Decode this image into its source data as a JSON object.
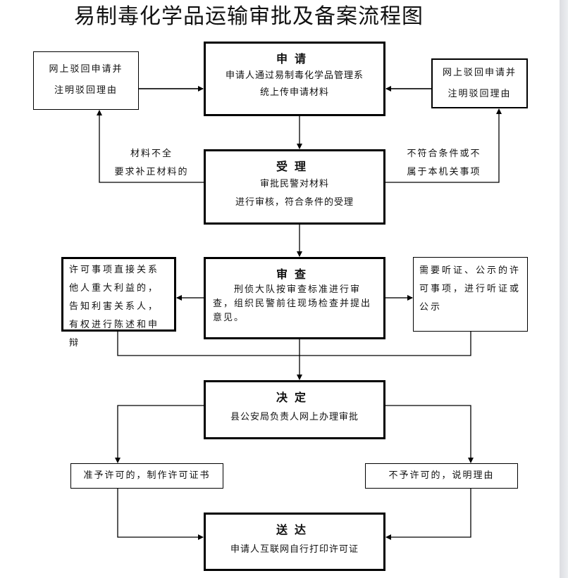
{
  "title": "易制毒化学品运输审批及备案流程图",
  "nodes": {
    "apply": {
      "head": "申请",
      "body": [
        "申请人通过易制毒化学品管理系",
        "统上传申请材料"
      ]
    },
    "reject_left": {
      "lines": [
        "网上驳回申请并",
        "注明驳回理由"
      ]
    },
    "reject_right": {
      "lines": [
        "网上驳回申请并",
        "注明驳回理由"
      ]
    },
    "accept": {
      "head": "受理",
      "body": [
        "审批民警对材料",
        "进行审核，符合条件的受理"
      ]
    },
    "review": {
      "head": "审查",
      "body": "　　刑侦大队按审查标准进行审查，组织民警前往现场检查并提出意见。"
    },
    "notify_parties": {
      "text": "许可事项直接关系他人重大利益的，告知利害关系人，有权进行陈述和申辩"
    },
    "hearing": {
      "text": "需要听证、公示的许可事项，进行听证或公示"
    },
    "decision": {
      "head": "决定",
      "body": "县公安局负责人网上办理审批"
    },
    "grant": {
      "text": "准予许可的，制作许可证书"
    },
    "deny": {
      "text": "不予许可的，说明理由"
    },
    "deliver": {
      "head": "送达",
      "body": "申请人互联网自行打印许可证"
    }
  },
  "edge_labels": {
    "incomplete": [
      "材料不全",
      "要求补正材料的"
    ],
    "not_eligible": [
      "不符合条件或不",
      "属于本机关事项"
    ]
  }
}
